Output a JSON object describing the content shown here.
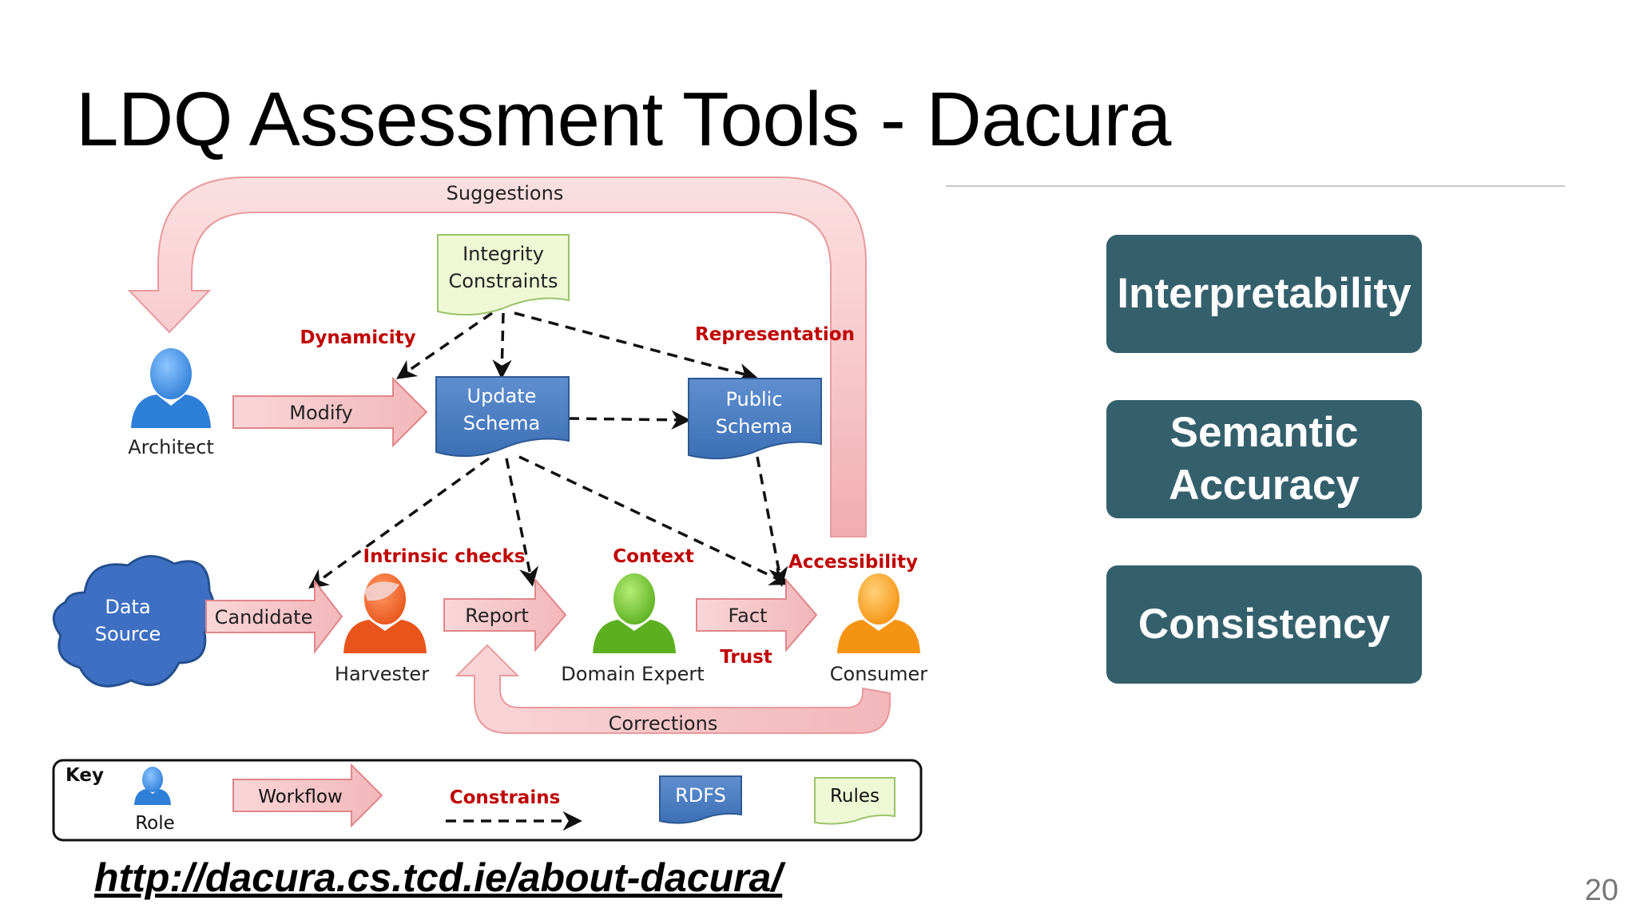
{
  "slide": {
    "title": "LDQ Assessment Tools - Dacura",
    "link": "http://dacura.cs.tcd.ie/about-dacura/",
    "page_number": "20"
  },
  "diagram": {
    "feedback": {
      "suggestions": "Suggestions",
      "corrections": "Corrections"
    },
    "documents": {
      "integrity_line1": "Integrity",
      "integrity_line2": "Constraints",
      "update_line1": "Update",
      "update_line2": "Schema",
      "public_line1": "Public",
      "public_line2": "Schema"
    },
    "data_source_line1": "Data",
    "data_source_line2": "Source",
    "roles": {
      "architect": "Architect",
      "harvester": "Harvester",
      "domain_expert": "Domain Expert",
      "consumer": "Consumer"
    },
    "workflow": {
      "modify": "Modify",
      "candidate": "Candidate",
      "report": "Report",
      "fact": "Fact"
    },
    "dimensions": {
      "dynamicity": "Dynamicity",
      "representation": "Representation",
      "intrinsic_checks": "Intrinsic checks",
      "context": "Context",
      "accessibility": "Accessibility",
      "trust": "Trust"
    },
    "key": {
      "title": "Key",
      "role": "Role",
      "workflow": "Workflow",
      "constrains": "Constrains",
      "rdfs": "RDFS",
      "rules": "Rules"
    },
    "colors": {
      "architect": "#2e7fd8",
      "harvester": "#e8541a",
      "domain_expert": "#6cc02a",
      "consumer": "#f59412",
      "schema_box": "#4a7cc0",
      "rules_box": "#eef8d4",
      "workflow_arrow": "#f6c2c4",
      "dimension_text": "#c00000"
    }
  },
  "dimension_boxes": [
    {
      "label": "Interpretability"
    },
    {
      "label": "Semantic Accuracy"
    },
    {
      "label": "Consistency"
    }
  ],
  "colors": {
    "dimension_box": "#34606c"
  }
}
